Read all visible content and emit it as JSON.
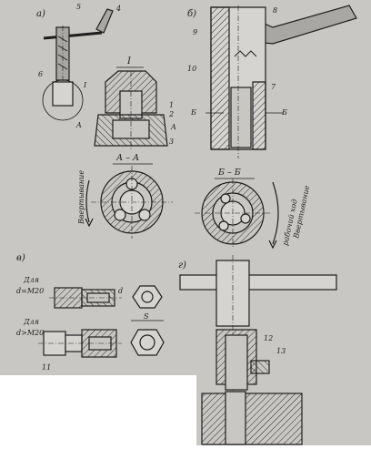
{
  "colors": {
    "paper": "#c9c7c4",
    "paper_dark": "#b9b7b4",
    "ink": "#1e1e1e",
    "metal": "#a9a7a4",
    "blank": "#ffffff"
  },
  "figure_labels": {
    "a": "а)",
    "b": "б)",
    "v": "в)",
    "g": "г)"
  },
  "callouts": [
    "1",
    "2",
    "3",
    "4",
    "5",
    "6",
    "7",
    "8",
    "9",
    "10",
    "11",
    "12",
    "13"
  ],
  "section_marks": {
    "detail": "I",
    "detail_big": "I",
    "a_cut_left": "A",
    "a_cut_right": "A",
    "b_cut_left": "Б",
    "b_cut_right": "Б",
    "section_aa": "А – А",
    "section_bb": "Б – Б"
  },
  "rotation_labels": {
    "screw_in_left": "Ввертывание",
    "working_stroke": "рабочий ход",
    "screw_in_right": "Ввертывание"
  },
  "size_labels": {
    "for_1": "Для",
    "d_le_m20": "d=M20",
    "for_2": "Для",
    "d_gt_m20": "d>M20",
    "dim_d": "d",
    "dim_s": "S"
  }
}
